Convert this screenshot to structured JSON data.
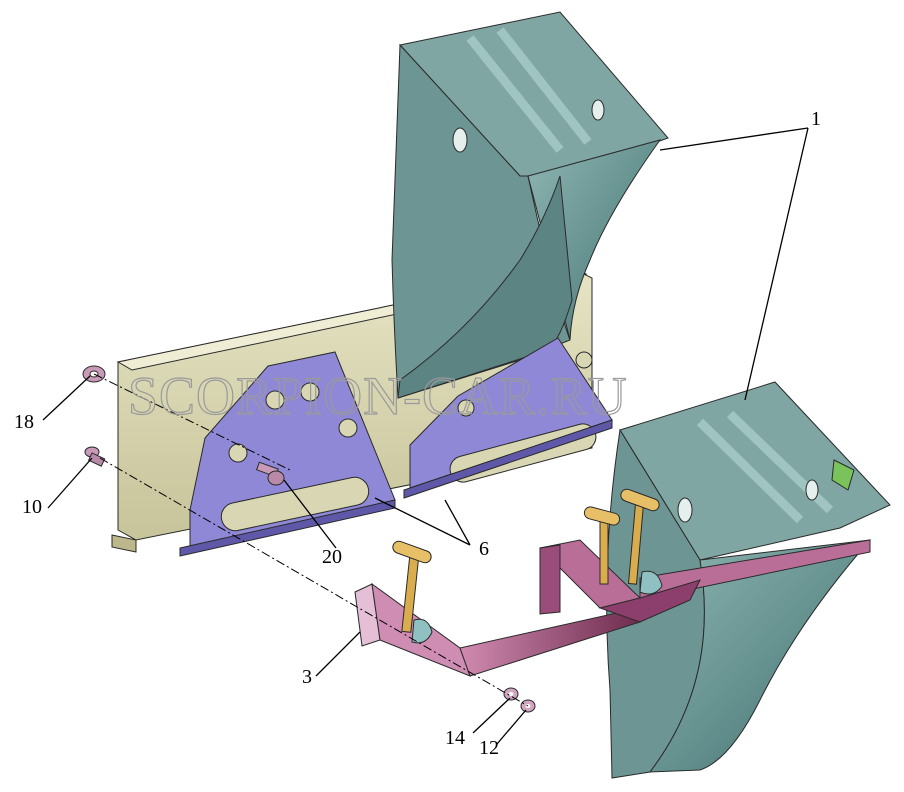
{
  "watermark": "SCORPION-CAR.RU",
  "callouts": {
    "c1": "1",
    "c18": "18",
    "c10": "10",
    "c20": "20",
    "c6": "6",
    "c3": "3",
    "c14": "14",
    "c12": "12"
  },
  "colors": {
    "mudguard": "#6f9a98",
    "beam": "#d9d6b0",
    "plate": "#8f88d6",
    "bracket": "#b96e98",
    "pin": "#d9ad4e",
    "clip": "#8fc1c2"
  }
}
